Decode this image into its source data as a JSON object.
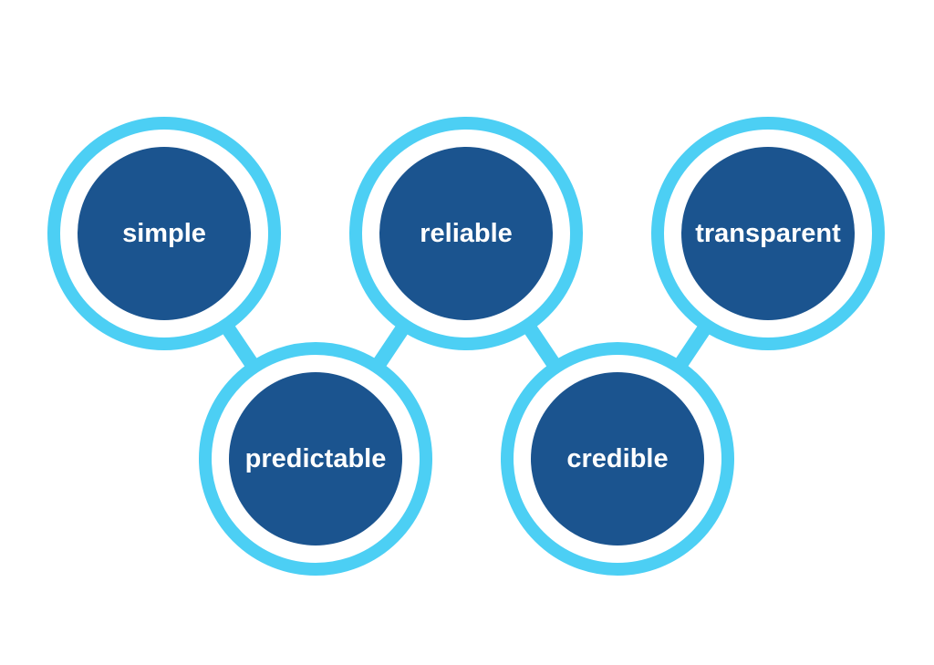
{
  "colors": {
    "ring": "#4ccff4",
    "inner": "#1b548f",
    "text": "#ffffff",
    "background": "#ffffff"
  },
  "nodes": [
    {
      "id": "simple",
      "label": "simple"
    },
    {
      "id": "reliable",
      "label": "reliable"
    },
    {
      "id": "transparent",
      "label": "transparent"
    },
    {
      "id": "predictable",
      "label": "predictable"
    },
    {
      "id": "credible",
      "label": "credible"
    }
  ],
  "connections": [
    {
      "from": "simple",
      "to": "predictable"
    },
    {
      "from": "predictable",
      "to": "reliable"
    },
    {
      "from": "reliable",
      "to": "credible"
    },
    {
      "from": "credible",
      "to": "transparent"
    }
  ]
}
